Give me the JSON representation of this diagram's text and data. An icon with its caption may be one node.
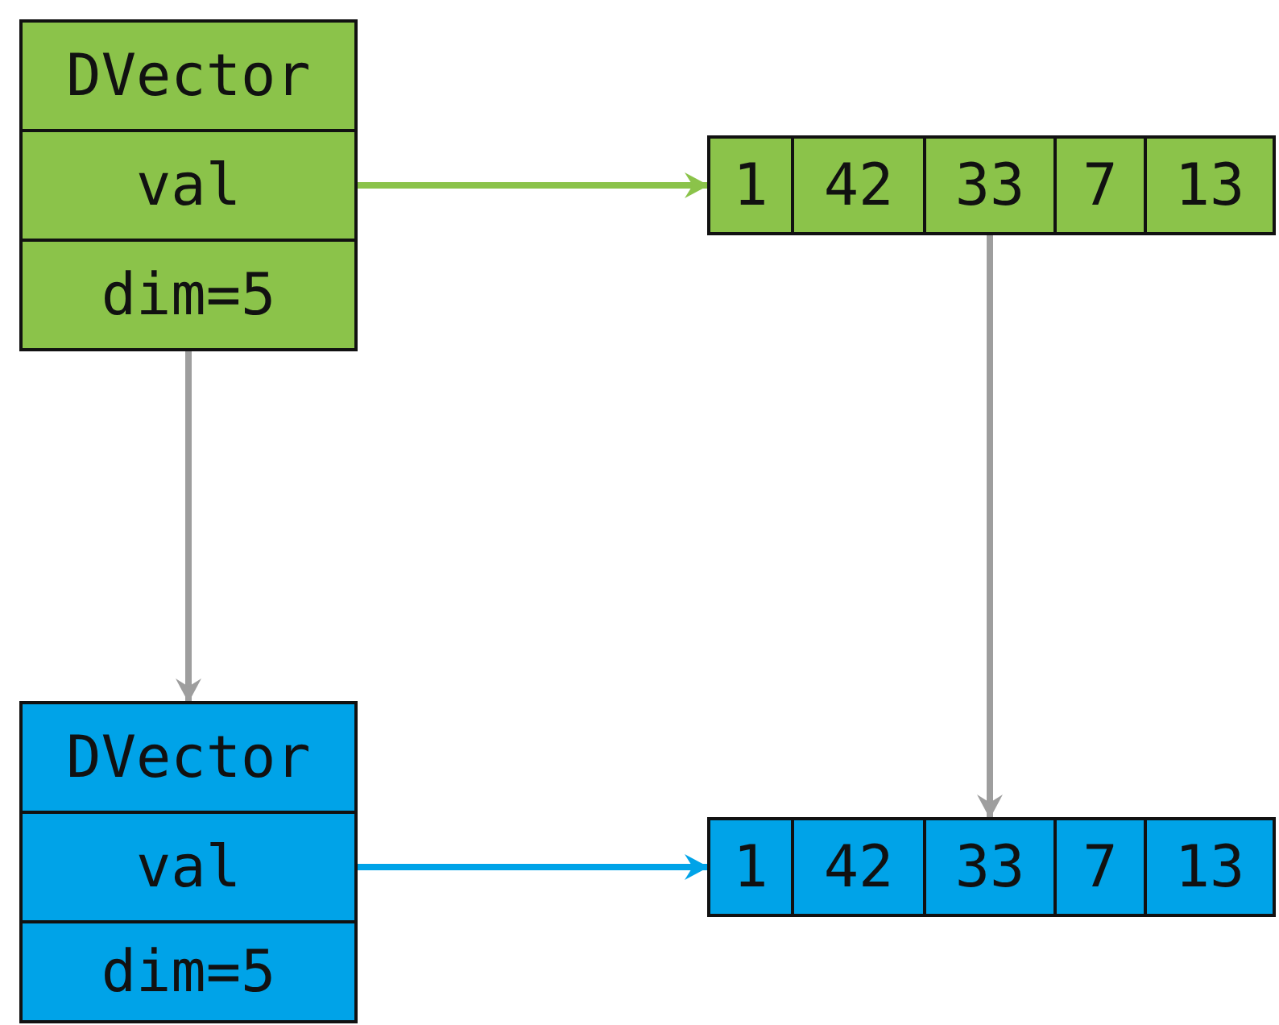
{
  "diagram": {
    "nodes": [
      {
        "text": [
          "DVector"
        ]
      },
      {
        "text": [
          "val"
        ]
      },
      {
        "text": [
          "dim=5"
        ]
      },
      {
        "text": [],
        "shape": "box"
      },
      {
        "text": [
          "1"
        ],
        "in": 3
      },
      {
        "text": [
          "42"
        ],
        "in": 3
      },
      {
        "text": [
          "33"
        ],
        "in": 3
      },
      {
        "text": [
          "7"
        ],
        "in": 3
      },
      {
        "text": [
          "13"
        ],
        "in": 3
      },
      {
        "text": [
          "DVector"
        ]
      },
      {
        "text": [
          "val"
        ]
      },
      {
        "text": [
          "dim=5"
        ]
      },
      {
        "text": [],
        "shape": "box"
      },
      {
        "text": [
          "1"
        ],
        "in": 12
      },
      {
        "text": [
          "42"
        ],
        "in": 12
      },
      {
        "text": [
          "33"
        ],
        "in": 12
      },
      {
        "text": [
          "7"
        ],
        "in": 12
      },
      {
        "text": [
          "13"
        ],
        "in": 12
      }
    ],
    "edges": [
      {
        "from": 1,
        "to": 3,
        "arrow": "to",
        "color": "#8bc34a"
      },
      {
        "from": 2,
        "to": 9,
        "arrow": "to"
      },
      {
        "from": 6,
        "to": 15,
        "arrow": "to"
      },
      {
        "from": 10,
        "to": 12,
        "arrow": "to",
        "color": "#00a3e8"
      }
    ]
  }
}
